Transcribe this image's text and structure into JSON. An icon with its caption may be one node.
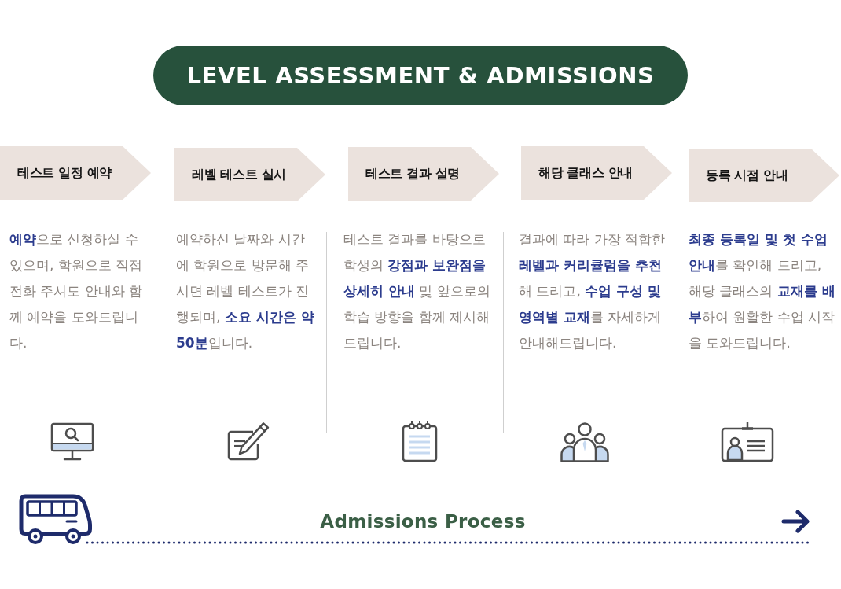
{
  "diagram": {
    "title": "LEVEL ASSESSMENT & ADMISSIONS",
    "nodes": [
      {
        "text": [
          "테스트 일정 예약"
        ],
        "beside": [
          "**예약**으로 신청하실 수 있으며, 학원으로 직접 전화 주셔도 안내와 함께 예약을 도와드립니다."
        ]
      },
      {
        "text": [
          "레벨 테스트 실시"
        ],
        "beside": [
          "예약하신 날짜와 시간에 학원으로 방문해 주시면 레벨 테스트가 진행되며, **소요 시간은 약 50분**입니다."
        ]
      },
      {
        "text": [
          "테스트 결과 설명"
        ],
        "beside": [
          "테스트 결과를 바탕으로 학생의 **강점과 보완점을 상세히 안내** 및 앞으로의 학습 방향을 함께 제시해드립니다."
        ]
      },
      {
        "text": [
          "해당 클래스 안내"
        ],
        "beside": [
          "결과에 따라 가장 적합한 **레벨과 커리큘럼을 추천**해 드리고, **수업 구성 및 영역별 교재**를 자세하게 안내해드립니다."
        ]
      },
      {
        "text": [
          "등록 시점 안내"
        ],
        "beside": [
          "**최종 등록일 및 첫 수업 안내**를 확인해 드리고, 해당 클래스의 **교재를 배부**하여 원활한 수업 시작을 도와드립니다."
        ]
      }
    ],
    "labels": [
      "Admissions Process"
    ]
  }
}
